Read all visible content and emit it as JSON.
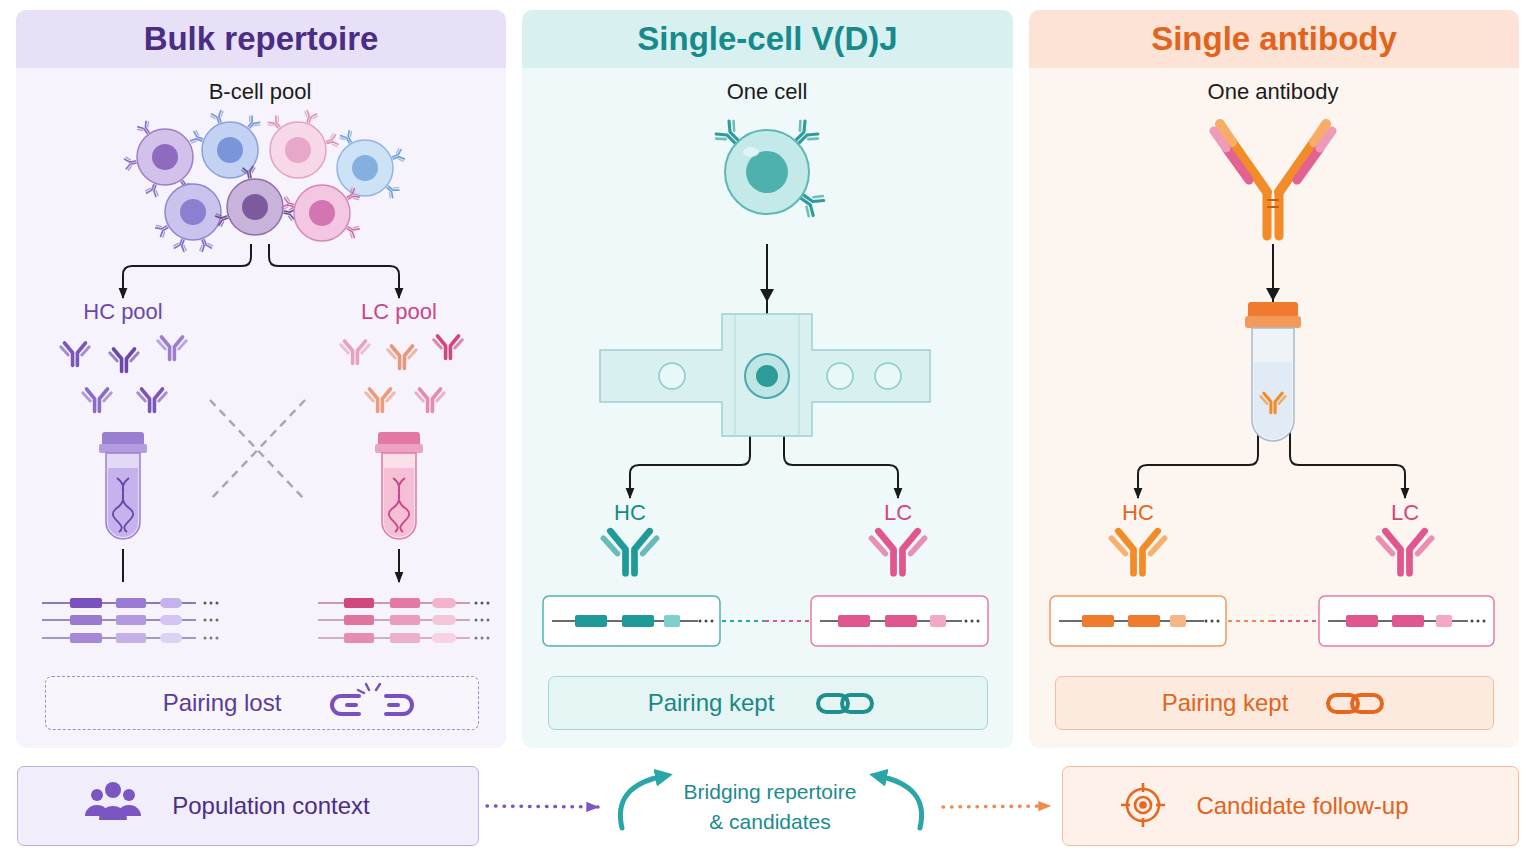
{
  "diagram": {
    "nodes": [
      {
        "text": [
          "Bulk repertoire"
        ]
      },
      {
        "text": [
          "B-cell pool"
        ],
        "in": 0
      },
      {
        "text": [
          "HC pool"
        ],
        "in": 0
      },
      {
        "text": [
          "LC pool"
        ],
        "in": 0
      },
      {
        "text": [
          "Pairing lost"
        ],
        "in": 0
      },
      {
        "text": [
          "Single-cell V(D)J"
        ]
      },
      {
        "text": [
          "One cell"
        ],
        "in": 5
      },
      {
        "text": [
          "HC"
        ],
        "in": 5
      },
      {
        "text": [
          "LC"
        ],
        "in": 5
      },
      {
        "text": [
          "Pairing kept"
        ],
        "in": 5
      },
      {
        "text": [
          "Single antibody"
        ]
      },
      {
        "text": [
          "One antibody"
        ],
        "in": 10
      },
      {
        "text": [
          "HC"
        ],
        "in": 10
      },
      {
        "text": [
          "LC"
        ],
        "in": 10
      },
      {
        "text": [
          "Pairing kept"
        ],
        "in": 10
      },
      {
        "text": [
          "Population context"
        ]
      },
      {
        "text": [
          "Bridging repertoire & candidates"
        ]
      },
      {
        "text": [
          "Candidate follow-up"
        ]
      }
    ],
    "edges": [
      {
        "from": 1,
        "to": 2,
        "arrow": "to"
      },
      {
        "from": 1,
        "to": 3,
        "arrow": "to"
      },
      {
        "from": 6,
        "to": 7,
        "arrow": "to"
      },
      {
        "from": 6,
        "to": 8,
        "arrow": "to"
      },
      {
        "from": 11,
        "to": 12,
        "arrow": "to"
      },
      {
        "from": 11,
        "to": 13,
        "arrow": "to"
      },
      {
        "from": 15,
        "to": 16,
        "arrow": "to"
      },
      {
        "from": 16,
        "to": 17,
        "arrow": "to"
      }
    ]
  }
}
